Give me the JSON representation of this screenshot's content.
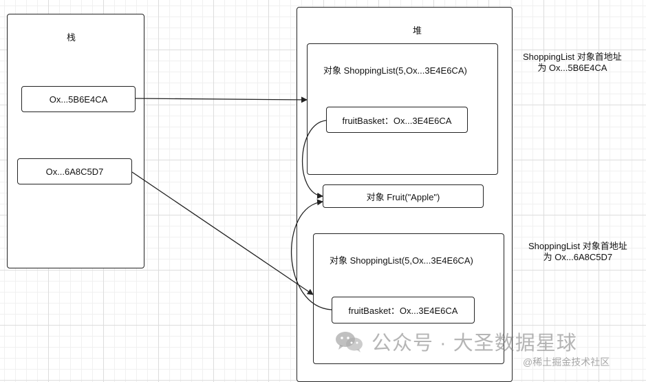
{
  "stack": {
    "title": "栈",
    "refs": [
      "Ox...5B6E4CA",
      "Ox...6A8C5D7"
    ]
  },
  "heap": {
    "title": "堆",
    "object1": {
      "label": "对象 ShoppingList(5,Ox...3E4E6CA)",
      "field": "fruitBasket：Ox...3E4E6CA"
    },
    "fruit": {
      "label": "对象 Fruit(\"Apple\")"
    },
    "object2": {
      "label": "对象 ShoppingList(5,Ox...3E4E6CA)",
      "field": "fruitBasket：Ox...3E4E6CA"
    }
  },
  "notes": {
    "note1": {
      "line1": "ShoppingList 对象首地址",
      "line2": "为 Ox...5B6E4CA"
    },
    "note2": {
      "line1": "ShoppingList 对象首地址",
      "line2": "为 Ox...6A8C5D7"
    }
  },
  "watermark": {
    "brand": "公众号 · 大圣数据星球",
    "icon": "wechat-icon",
    "credit": "@稀土掘金技术社区"
  },
  "colors": {
    "line": "#222222",
    "grid": "#dcdcdc",
    "watermark": "#8a8a8a"
  }
}
